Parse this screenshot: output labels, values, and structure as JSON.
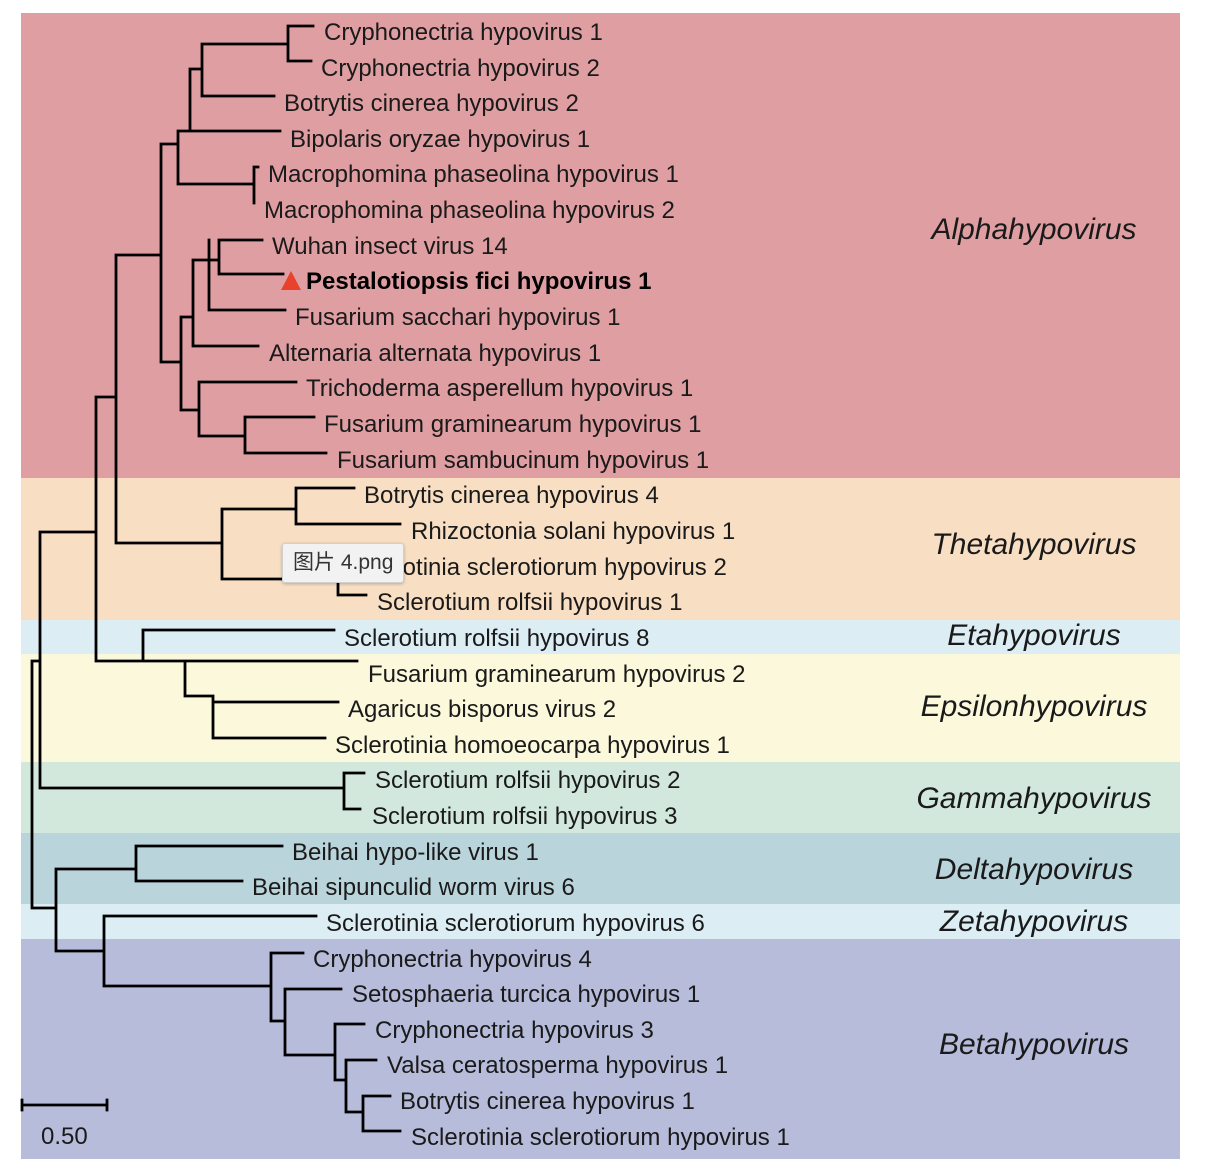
{
  "clades": [
    {
      "name": "Alphahypovirus",
      "color": "#df9ea2"
    },
    {
      "name": "Thetahypovirus",
      "color": "#f8dfc3"
    },
    {
      "name": "Etahypovirus",
      "color": "#dcedf4"
    },
    {
      "name": "Epsilonhypovirus",
      "color": "#fbf8dc"
    },
    {
      "name": "Gammahypovirus",
      "color": "#d2e8dc"
    },
    {
      "name": "Deltahypovirus",
      "color": "#bad4dc"
    },
    {
      "name": "Zetahypovirus",
      "color": "#dcedf4"
    },
    {
      "name": "Betahypovirus",
      "color": "#b7bcda"
    }
  ],
  "taxa": [
    "Cryphonectria hypovirus 1",
    "Cryphonectria hypovirus 2",
    "Botrytis cinerea hypovirus 2",
    "Bipolaris oryzae hypovirus 1",
    "Macrophomina phaseolina hypovirus 1",
    "Macrophomina phaseolina hypovirus 2",
    "Wuhan insect virus 14",
    "Pestalotiopsis fici hypovirus 1",
    "Fusarium sacchari hypovirus 1",
    "Alternaria alternata hypovirus 1",
    "Trichoderma asperellum hypovirus 1",
    "Fusarium graminearum hypovirus 1",
    "Fusarium sambucinum hypovirus 1",
    "Botrytis cinerea hypovirus 4",
    "Rhizoctonia solani hypovirus 1",
    "Sclerotinia sclerotiorum hypovirus 2",
    "Sclerotium rolfsii hypovirus 1",
    "Sclerotium rolfsii hypovirus 8",
    "Fusarium graminearum hypovirus 2",
    "Agaricus bisporus virus 2",
    "Sclerotinia homoeocarpa hypovirus 1",
    "Sclerotium rolfsii hypovirus 2",
    "Sclerotium rolfsii hypovirus 3",
    "Beihai hypo-like virus 1",
    "Beihai sipunculid worm virus 6",
    "Sclerotinia sclerotiorum hypovirus 6",
    "Cryphonectria hypovirus 4",
    "Setosphaeria turcica hypovirus 1",
    "Cryphonectria hypovirus 3",
    "Valsa ceratosperma hypovirus 1",
    "Botrytis cinerea hypovirus 1",
    "Sclerotinia sclerotiorum hypovirus 1"
  ],
  "highlighted_taxon": "Pestalotiopsis fici hypovirus 1",
  "highlight_marker": {
    "icon": "triangle-marker-icon",
    "color": "#e8412c"
  },
  "scale_bar": {
    "label": "0.50"
  },
  "tooltip": {
    "text": "图片 4.png"
  }
}
